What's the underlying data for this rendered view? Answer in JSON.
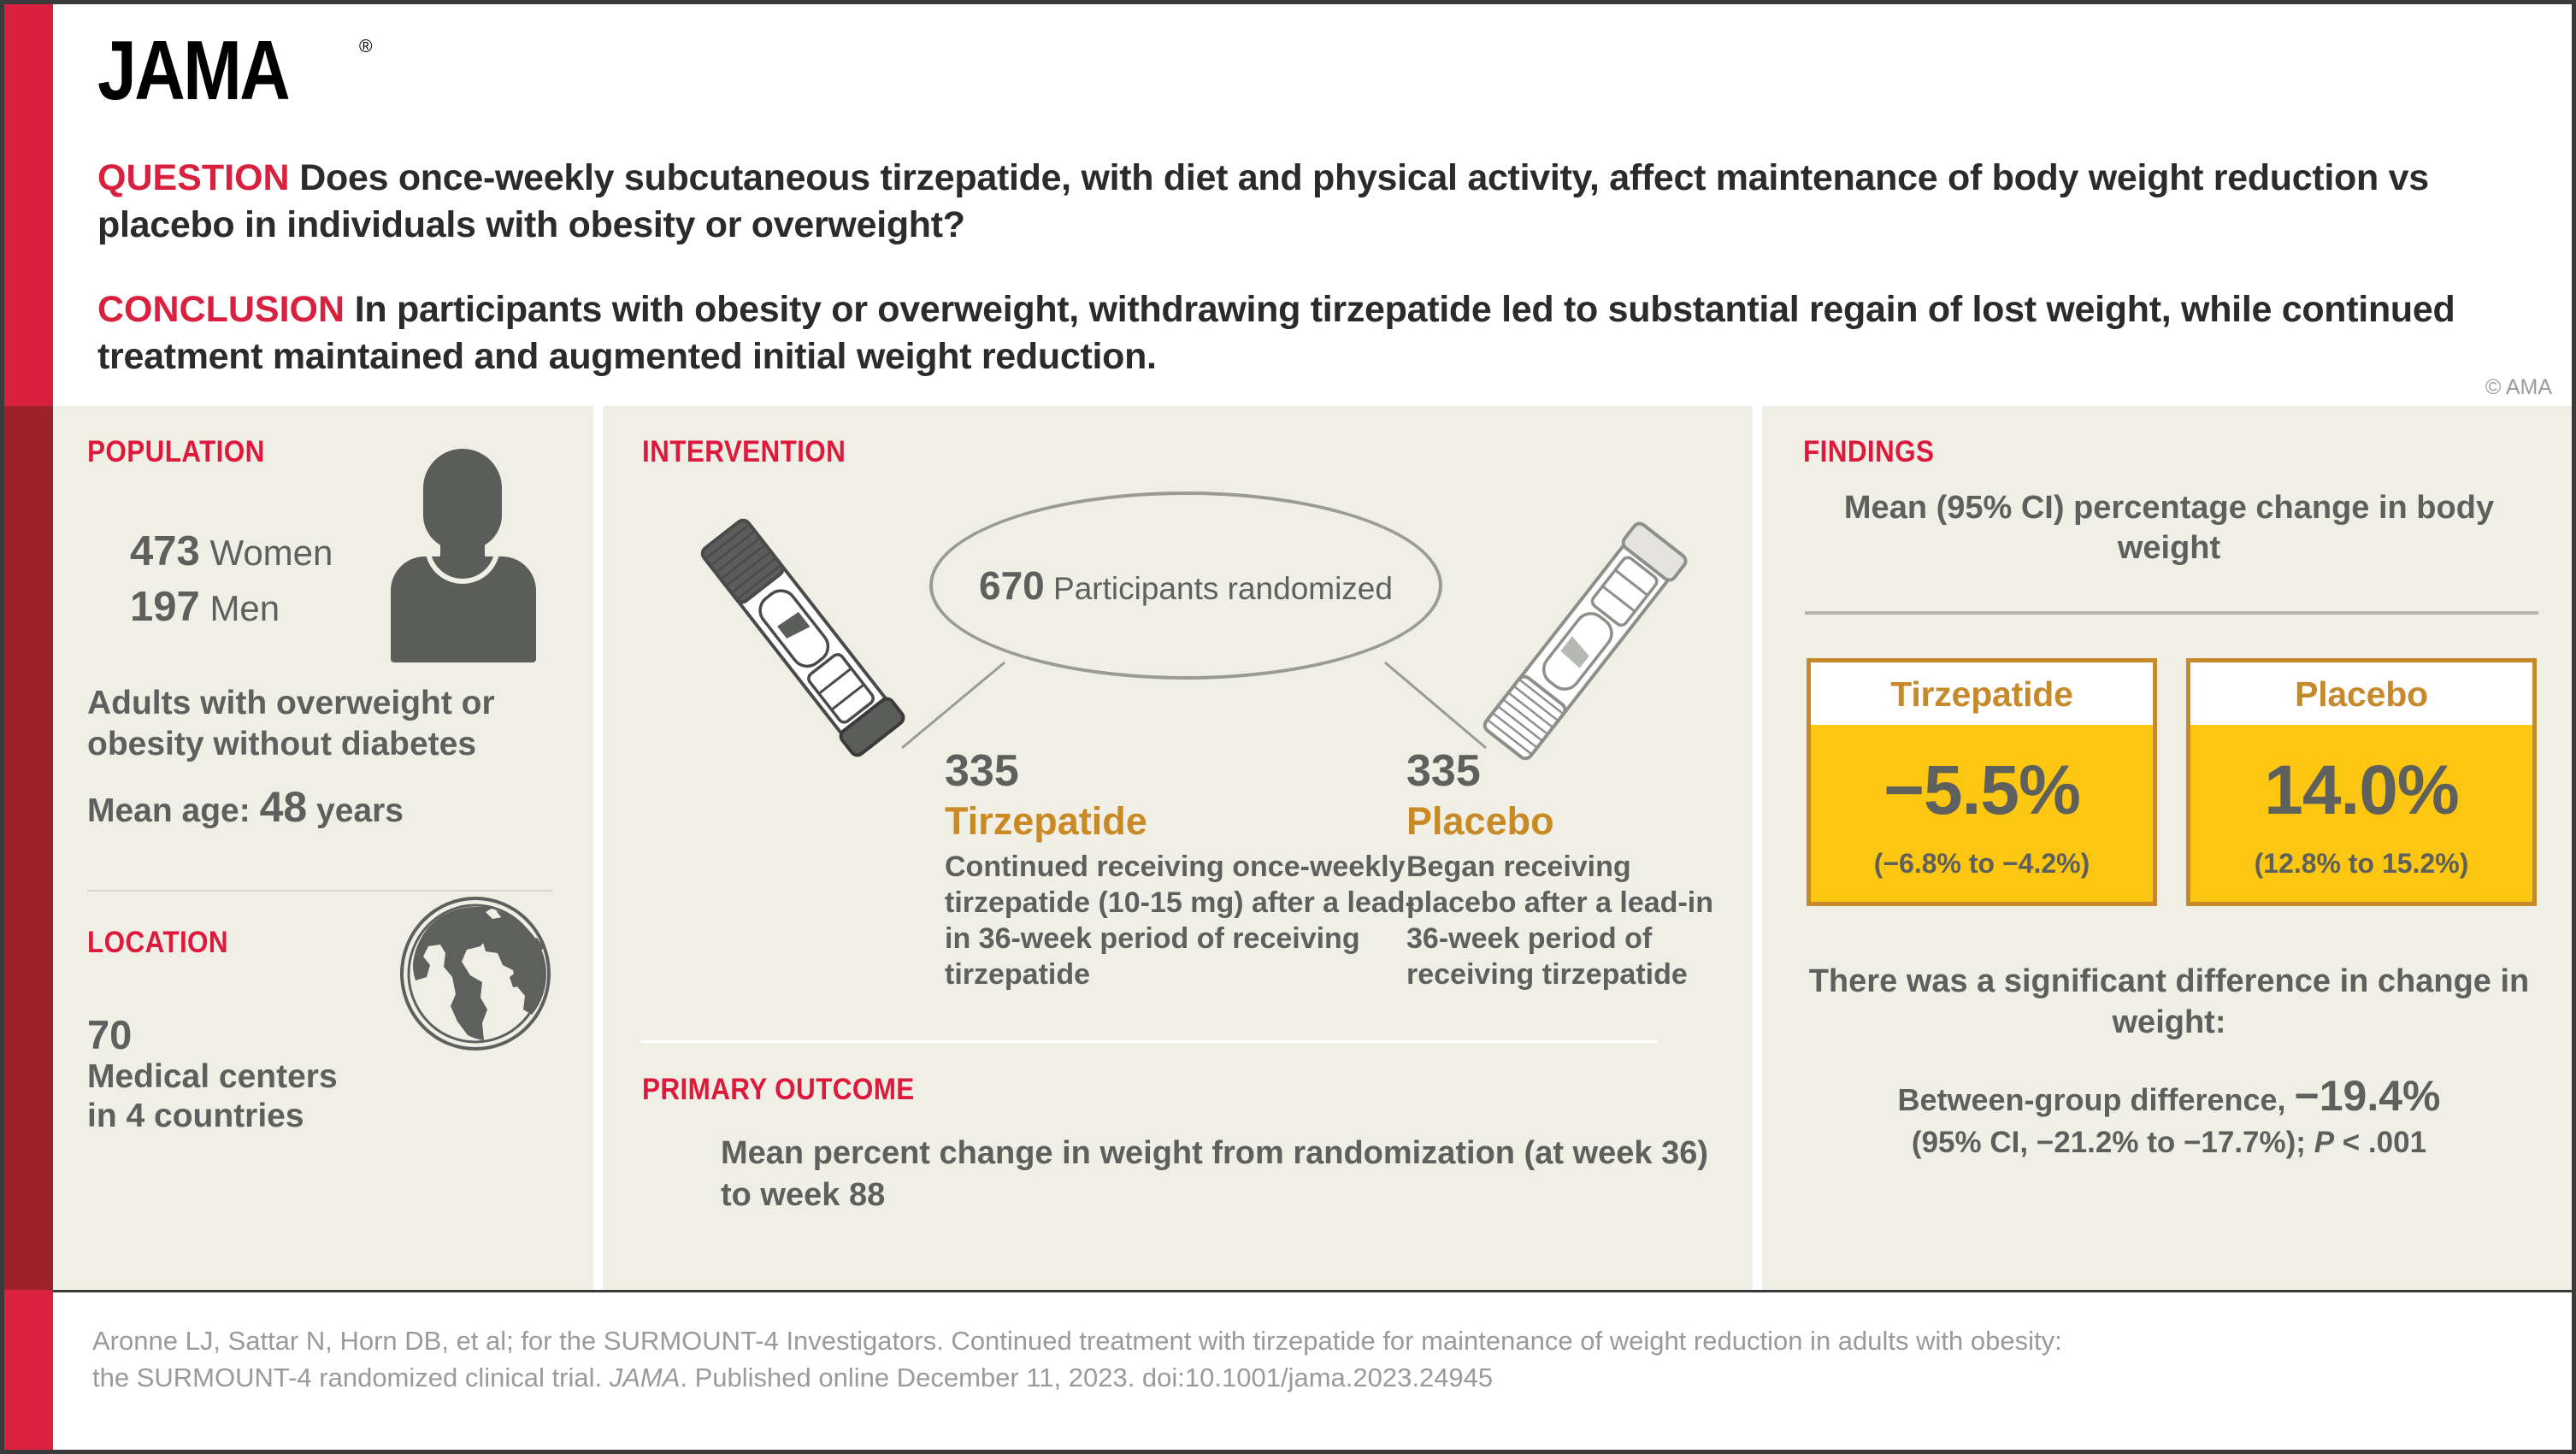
{
  "header": {
    "logo": "JAMA",
    "registered_mark": "®",
    "question_label": "QUESTION",
    "question_text": "Does once-weekly subcutaneous tirzepatide, with diet and physical activity, affect maintenance of body weight reduction vs placebo in individuals with obesity or overweight?",
    "conclusion_label": "CONCLUSION",
    "conclusion_text": "In participants with obesity or overweight, withdrawing tirzepatide led to substantial regain of lost weight, while continued treatment maintained and augmented initial weight reduction.",
    "copyright": "© AMA"
  },
  "population": {
    "heading": "POPULATION",
    "women_count": "473",
    "women_label": "Women",
    "men_count": "197",
    "men_label": "Men",
    "description": "Adults with overweight or obesity without diabetes",
    "mean_age_label": "Mean age:",
    "mean_age_value": "48",
    "mean_age_unit": "years",
    "icon": "person-icon"
  },
  "location": {
    "heading": "LOCATION",
    "centers_count": "70",
    "centers_label": "Medical centers",
    "countries_label": "in 4 countries",
    "icon": "globe-icon"
  },
  "intervention": {
    "heading": "INTERVENTION",
    "randomized_count": "670",
    "randomized_label": "Participants randomized",
    "arms": [
      {
        "n": "335",
        "title": "Tirzepatide",
        "description": "Continued receiving once-weekly tirzepatide (10-15 mg) after a lead-in 36-week period of receiving tirzepatide",
        "icon": "injector-pen-dark-icon"
      },
      {
        "n": "335",
        "title": "Placebo",
        "description": "Began receiving placebo after a lead-in 36-week period of receiving tirzepatide",
        "icon": "injector-pen-light-icon"
      }
    ]
  },
  "primary_outcome": {
    "heading": "PRIMARY OUTCOME",
    "text": "Mean percent change in weight from randomization (at week 36) to week 88"
  },
  "findings": {
    "heading": "FINDINGS",
    "subtitle": "Mean (95% CI) percentage change in body weight",
    "note": "There was a significant difference in change in weight:",
    "between_group_label": "Between-group difference,",
    "between_group_value": "−19.4%",
    "between_group_ci_prefix": "(95% CI, −21.2% to −17.7%); ",
    "between_group_p_italic": "P",
    "between_group_p_rest": " < .001"
  },
  "citation": {
    "line1": "Aronne LJ, Sattar N, Horn DB, et al; for the SURMOUNT-4 Investigators. Continued treatment with tirzepatide for maintenance of weight reduction in adults with obesity:",
    "line2_pre": "the SURMOUNT-4 randomized clinical trial. ",
    "line2_italic": "JAMA",
    "line2_post": ". Published online December 11, 2023. doi:10.1001/jama.2023.24945"
  },
  "colors": {
    "jama_red": "#D9213F",
    "dark_red": "#9E2127",
    "panel_bg": "#F0EFE6",
    "text_gray": "#5d605c",
    "gold": "#C68A2C",
    "yellow": "#FCC613",
    "muted_gray": "#9a9a9a"
  },
  "chart_data": {
    "type": "bar",
    "title": "Mean (95% CI) percentage change in body weight",
    "categories": [
      "Tirzepatide",
      "Placebo"
    ],
    "values": [
      -5.5,
      14.0
    ],
    "value_labels": [
      "−5.5%",
      "14.0%"
    ],
    "ci_low": [
      -6.8,
      12.8
    ],
    "ci_high": [
      -4.2,
      15.2
    ],
    "ci_labels": [
      "(−6.8% to −4.2%)",
      "(12.8% to 15.2%)"
    ],
    "n_per_group": [
      335,
      335
    ],
    "total_randomized": 670,
    "between_group_difference": -19.4,
    "between_group_ci": [
      -21.2,
      -17.7
    ],
    "p_value": "< .001",
    "ylabel": "Percentage change in body weight",
    "xlabel": "",
    "legend": "none",
    "grid": false
  }
}
